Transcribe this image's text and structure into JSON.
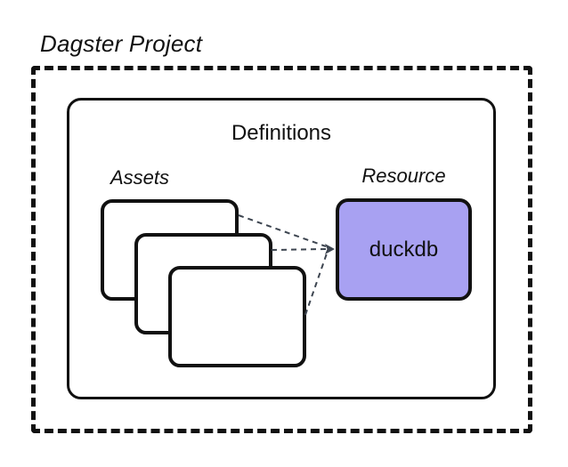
{
  "diagram": {
    "title": "Dagster Project",
    "definitions": {
      "label": "Definitions"
    },
    "assets": {
      "label": "Assets",
      "card_count": 3
    },
    "resource": {
      "label": "Resource",
      "name": "duckdb"
    },
    "colors": {
      "background": "#ffffff",
      "border": "#111111",
      "resource_fill": "#a8a1f2",
      "connector": "#3d4550"
    }
  }
}
